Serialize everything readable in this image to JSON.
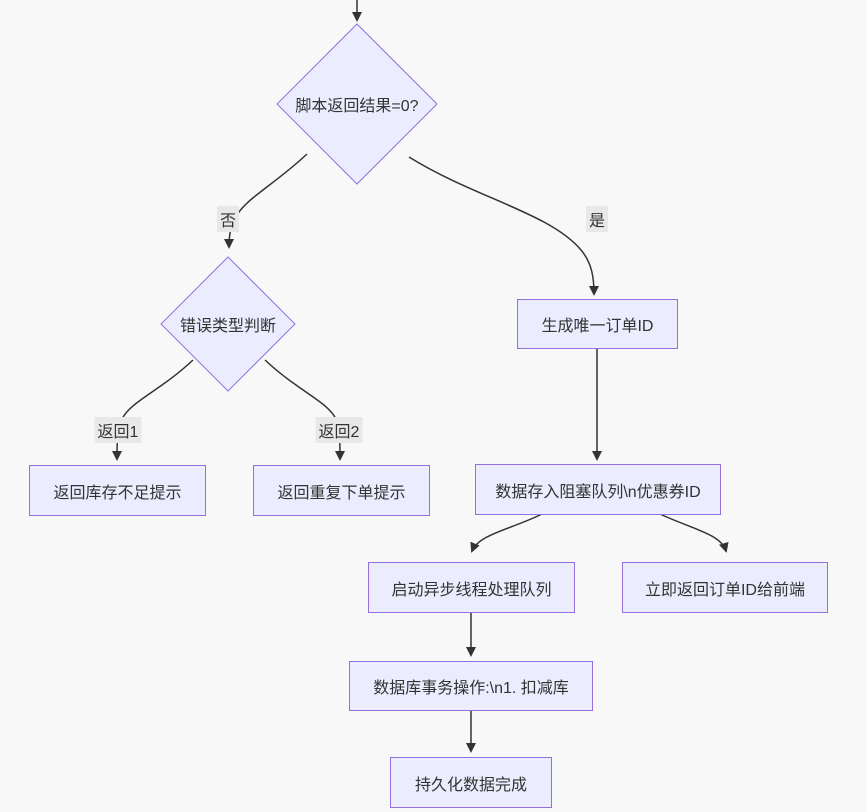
{
  "diagram": {
    "type": "flowchart",
    "nodes": {
      "decision_script": {
        "label": "脚本返回结果=0?",
        "shape": "diamond"
      },
      "decision_error": {
        "label": "错误类型判断",
        "shape": "diamond"
      },
      "gen_order": {
        "label": "生成唯一订单ID",
        "shape": "rect"
      },
      "stock_tip": {
        "label": "返回库存不足提示",
        "shape": "rect"
      },
      "dup_tip": {
        "label": "返回重复下单提示",
        "shape": "rect"
      },
      "queue": {
        "label": "数据存入阻塞队列\\n优惠券ID",
        "shape": "rect"
      },
      "async_thread": {
        "label": "启动异步线程处理队列",
        "shape": "rect"
      },
      "return_frontend": {
        "label": "立即返回订单ID给前端",
        "shape": "rect"
      },
      "db_tx": {
        "label": "数据库事务操作:\\n1. 扣减库",
        "shape": "rect"
      },
      "persist": {
        "label": "持久化数据完成",
        "shape": "rect"
      }
    },
    "edge_labels": {
      "no": "否",
      "yes": "是",
      "return1": "返回1",
      "return2": "返回2"
    },
    "colors": {
      "node_fill": "#ECECFF",
      "node_border": "#9370DB",
      "edge_stroke": "#333333",
      "text": "#333333",
      "edge_label_bg": "#e8e8e8",
      "background": "#f8f8f8"
    }
  }
}
